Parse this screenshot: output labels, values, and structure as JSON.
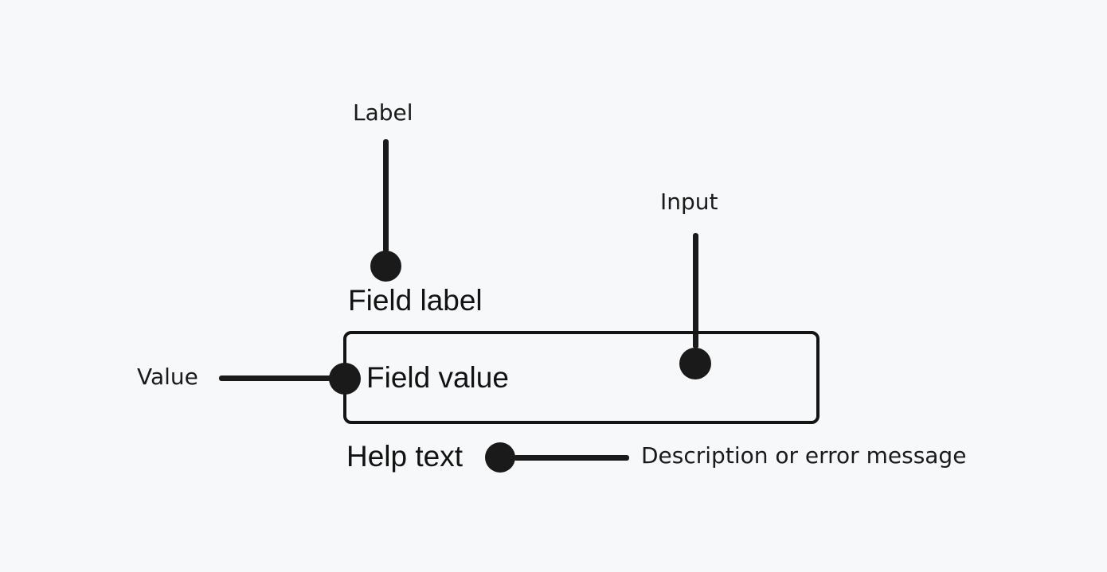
{
  "colors": {
    "background": "#f7f8f9",
    "ink": "#1a1a1a"
  },
  "diagram": {
    "annotations": {
      "label": "Label",
      "input": "Input",
      "value": "Value",
      "description": "Description or error message"
    },
    "field": {
      "label": "Field label",
      "value": "Field value",
      "help_text": "Help text"
    }
  }
}
